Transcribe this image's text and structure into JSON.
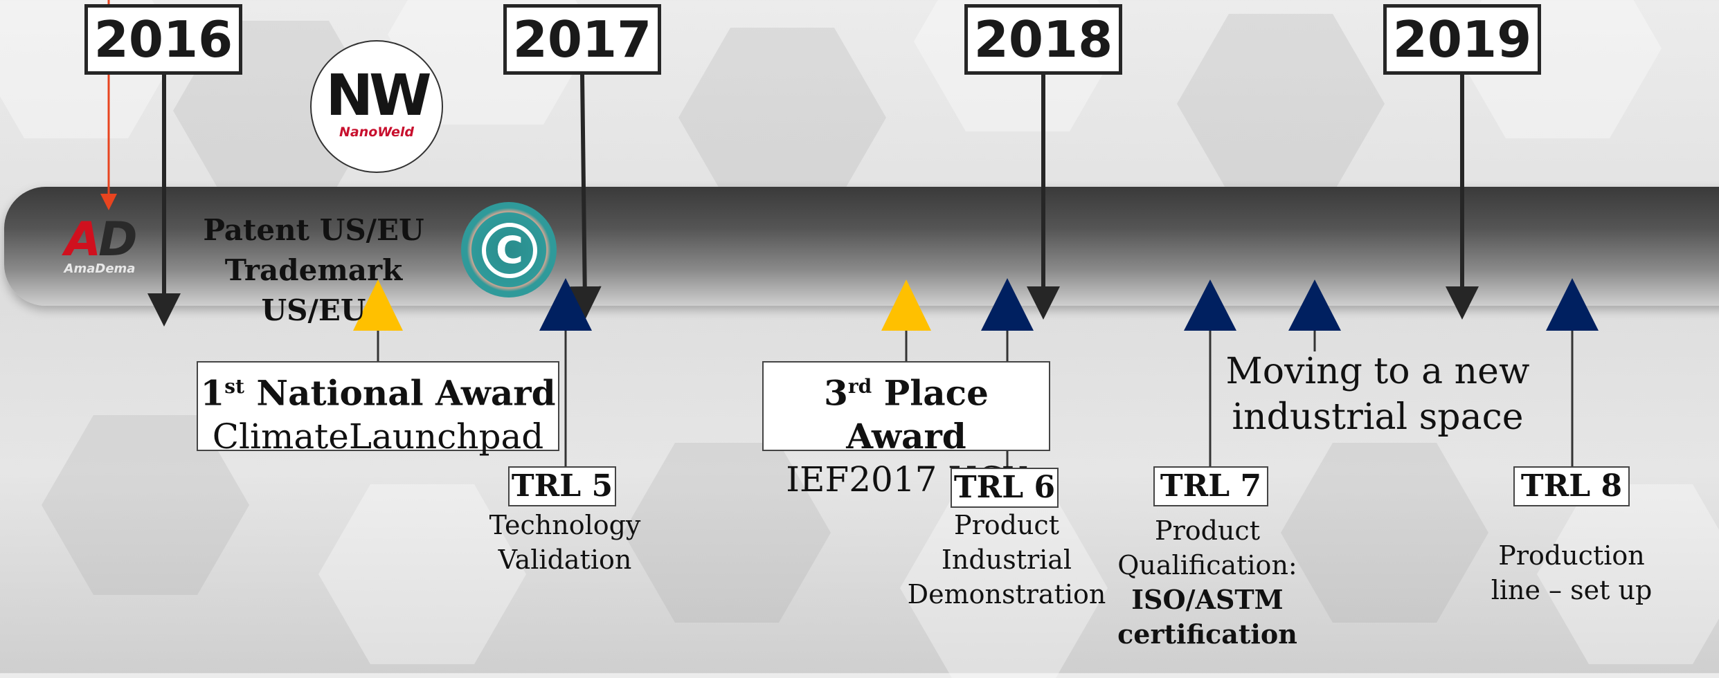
{
  "timeline": {
    "years": [
      "2016",
      "2017",
      "2018",
      "2019"
    ]
  },
  "logos": {
    "nanoweld_mark": "NW",
    "nanoweld_name": "NanoWeld",
    "amadema_mark_red": "A",
    "amadema_mark_dark": "D",
    "amadema_name": "AmaDema",
    "copyright_symbol": "C"
  },
  "patent": {
    "line1": "Patent US/EU",
    "line2": "Trademark US/EU"
  },
  "awards": [
    {
      "ordinal": "1",
      "suffix": "st",
      "title": "National Award",
      "subtitle": "ClimateLaunchpad"
    },
    {
      "ordinal": "3",
      "suffix": "rd",
      "title": "Place Award",
      "subtitle": "IEF2017 UCY"
    }
  ],
  "trl": [
    {
      "label": "TRL 5",
      "desc": [
        "Technology",
        "Validation"
      ]
    },
    {
      "label": "TRL 6",
      "desc": [
        "Product",
        "Industrial",
        "Demonstration"
      ]
    },
    {
      "label": "TRL 7",
      "desc": [
        "Product",
        "Qualification:"
      ],
      "bold": [
        "ISO/ASTM",
        "certification"
      ]
    },
    {
      "label": "TRL 8",
      "desc": [
        "Production",
        "line – set up"
      ]
    }
  ],
  "moving": {
    "line1": "Moving to a new",
    "line2": "industrial space"
  },
  "colors": {
    "gold_marker": "#FFC000",
    "navy_marker": "#002060",
    "red_accent": "#E8441F"
  }
}
